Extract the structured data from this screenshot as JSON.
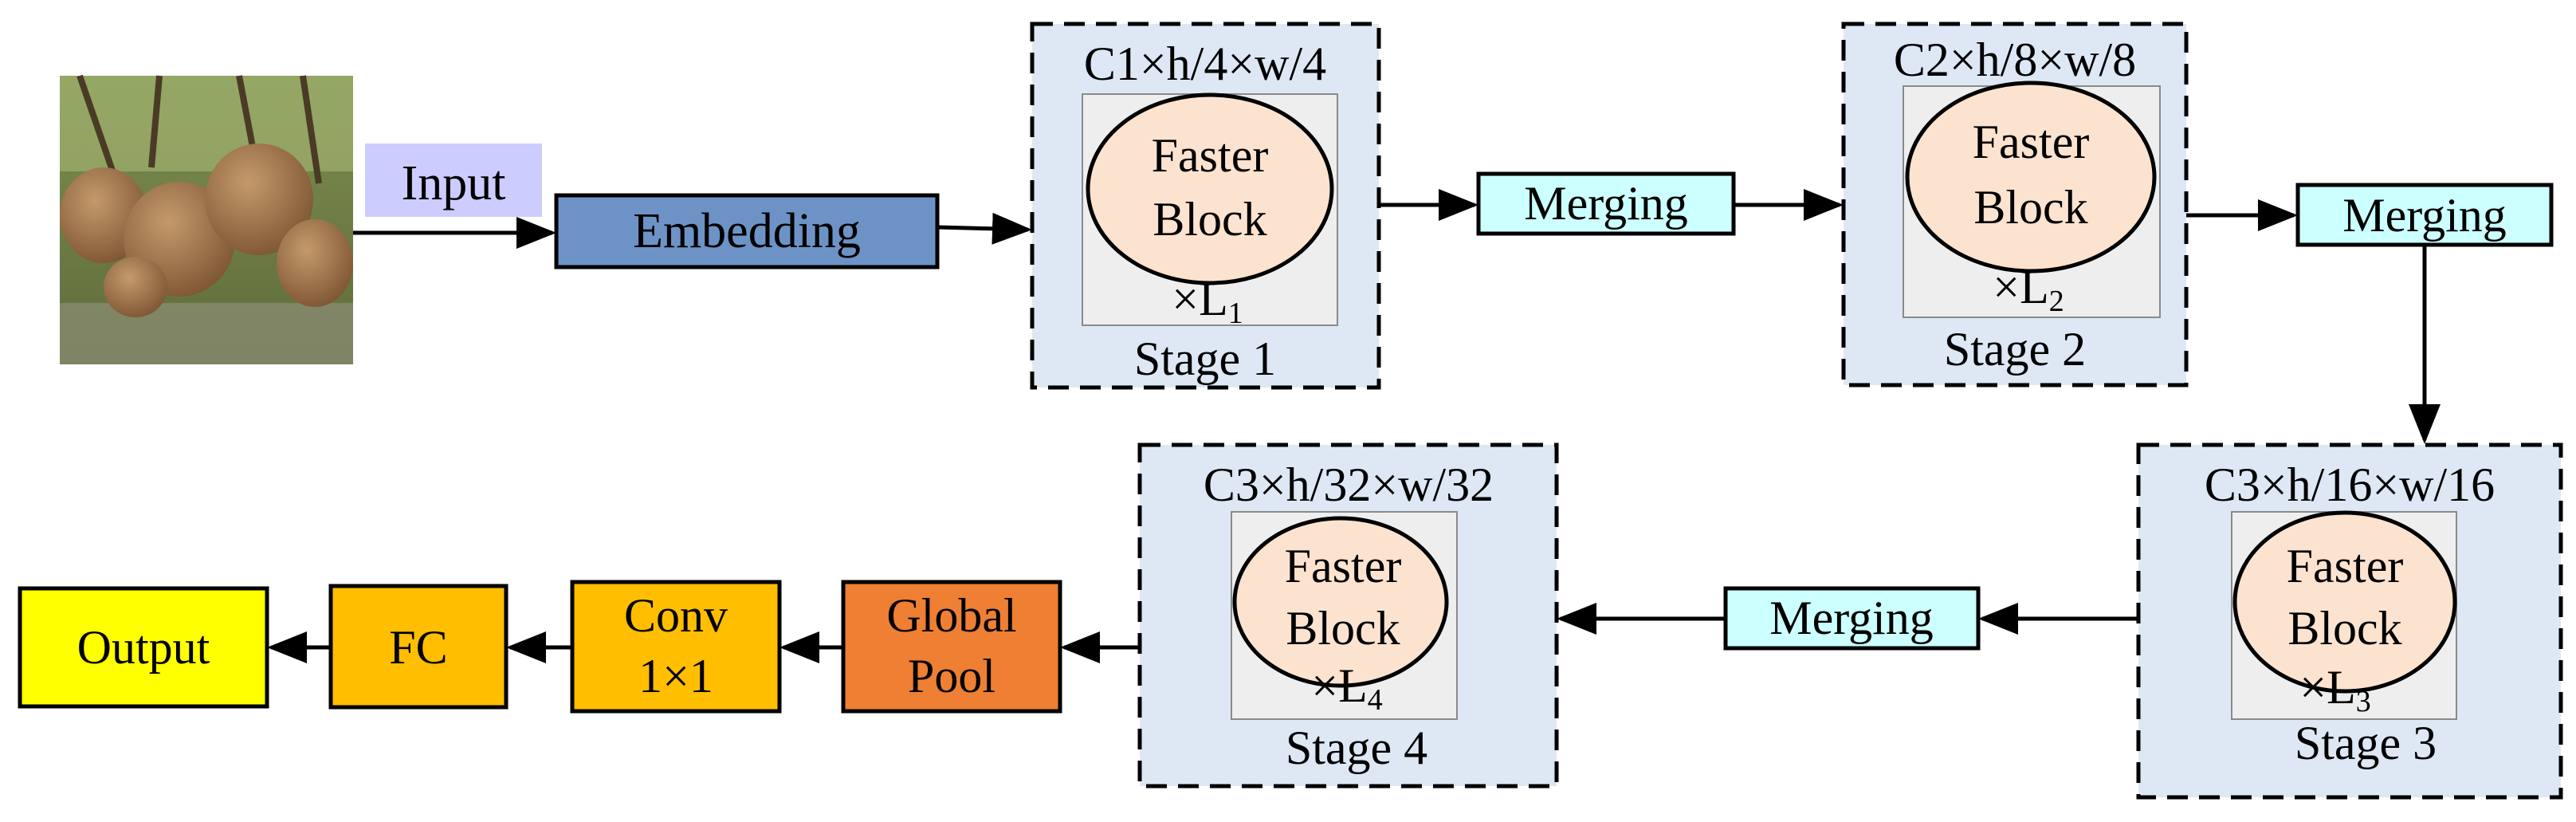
{
  "input": {
    "label": "Input"
  },
  "embedding": {
    "label": "Embedding"
  },
  "stages": [
    {
      "dims": "C1×h/4×w/4",
      "block_line1": "Faster",
      "block_line2": "Block",
      "repeat": "×L",
      "repeat_sub": "1",
      "caption": "Stage 1"
    },
    {
      "dims": "C2×h/8×w/8",
      "block_line1": "Faster",
      "block_line2": "Block",
      "repeat": "×L",
      "repeat_sub": "2",
      "caption": "Stage 2"
    },
    {
      "dims": "C3×h/16×w/16",
      "block_line1": "Faster",
      "block_line2": "Block",
      "repeat": "×L",
      "repeat_sub": "3",
      "caption": "Stage 3"
    },
    {
      "dims": "C3×h/32×w/32",
      "block_line1": "Faster",
      "block_line2": "Block",
      "repeat": "×L",
      "repeat_sub": "4",
      "caption": "Stage 4"
    }
  ],
  "merging": [
    {
      "label": "Merging"
    },
    {
      "label": "Merging"
    },
    {
      "label": "Merging"
    }
  ],
  "head": {
    "global_pool_line1": "Global",
    "global_pool_line2": "Pool",
    "conv_line1": "Conv",
    "conv_line2": "1×1",
    "fc": "FC",
    "output": "Output"
  },
  "colors": {
    "input_tag": "#ccccff",
    "embedding": "#6d93c6",
    "stage_bg": "#dde8f4",
    "inner_bg": "#eeeeee",
    "ellipse": "#fbe3d0",
    "merging": "#ccffff",
    "global_pool": "#ee7f33",
    "conv": "#ffbe00",
    "fc": "#ffbe00",
    "output": "#ffff00"
  }
}
